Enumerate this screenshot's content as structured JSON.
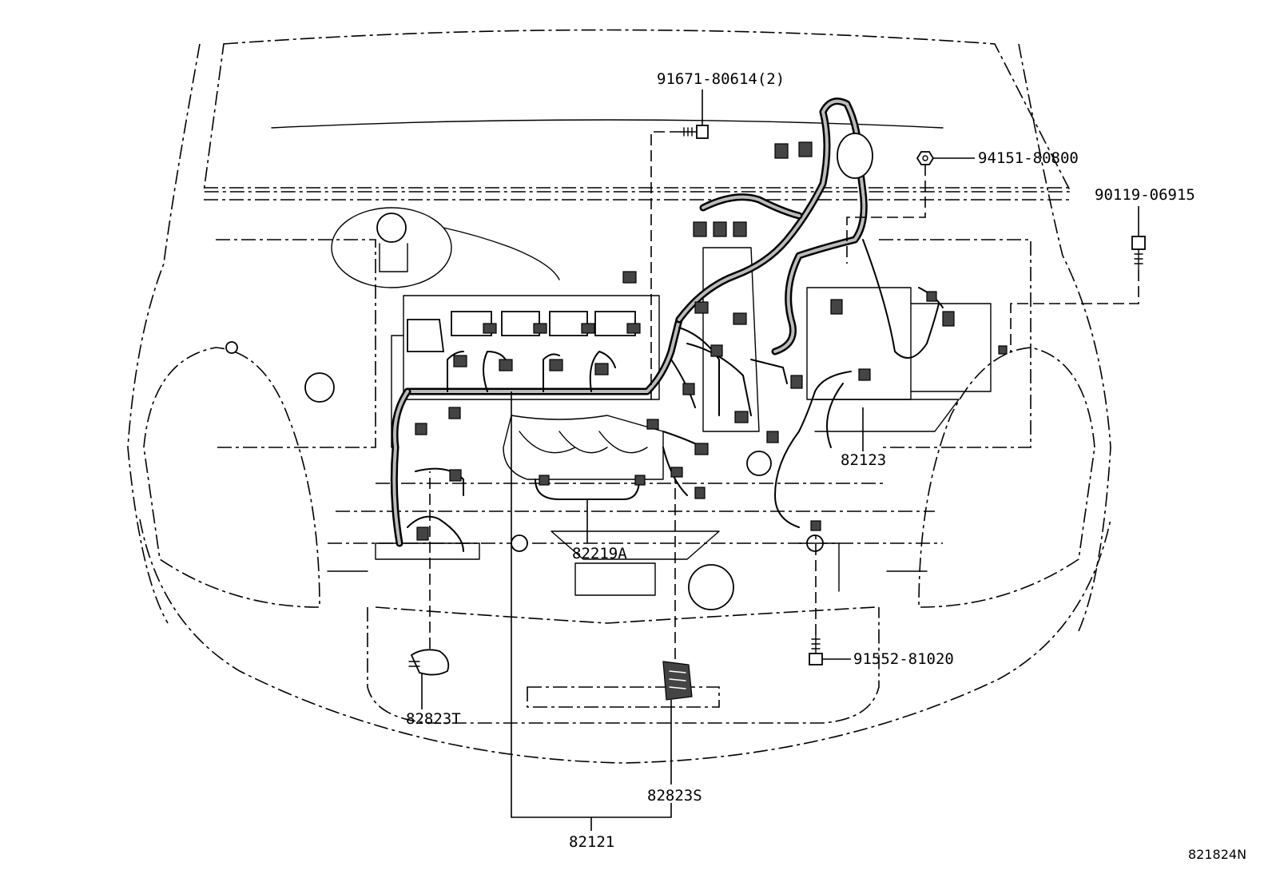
{
  "labels": {
    "p91671": "91671-80614(2)",
    "p94151": "94151-80800",
    "p90119": "90119-06915",
    "p82123": "82123",
    "p82219a": "82219A",
    "p91552": "91552-81020",
    "p82823t": "82823T",
    "p82823s": "82823S",
    "p82121": "82121"
  },
  "diagram_id": "821824N"
}
